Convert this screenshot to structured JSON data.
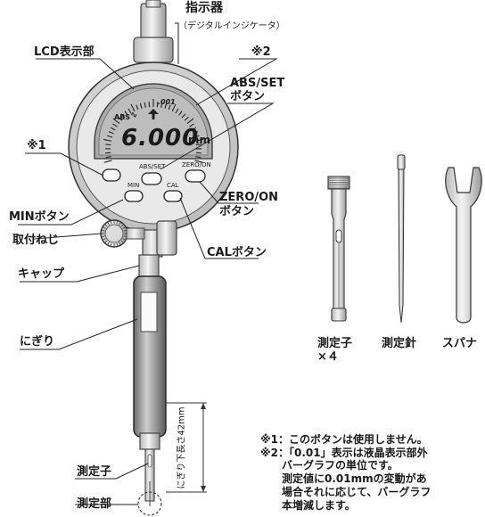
{
  "callouts": {
    "indicator_title": "指示器",
    "indicator_sub": "（デジタルインジケータ）",
    "lcd": "LCD表示部",
    "note2_mark": "※2",
    "abs_set": "ABS/SET",
    "abs_set_2": "ボタン",
    "note1_mark": "※1",
    "min_btn": "MINボタン",
    "mount_screw": "取付ねじ",
    "zero_on": "ZERO/ON",
    "zero_on_2": "ボタン",
    "cal_btn": "CALボタン",
    "cap": "キャップ",
    "grip": "にぎり",
    "probe": "測定子",
    "probe_part": "測定部",
    "grip_length": "にぎり下長さ42mm"
  },
  "dial": {
    "reading": "6.000",
    "unit": "mm",
    "abs": "ABS",
    "scale_label": ".001",
    "btn_abs": "ABS/SET",
    "btn_zero": "ZERO/ON",
    "btn_min": "MIN",
    "btn_cal": "CAL"
  },
  "accessories": {
    "probe": "測定子",
    "probe_count": "×４",
    "needle": "測定針",
    "spanner": "スパナ"
  },
  "notes": {
    "n1": "※1：このボタンは使用しません。",
    "n2_1": "※2：「0.01」表示は液晶表示部外",
    "n2_2": "バーグラフの単位です。",
    "n2_3": "測定値に0.01mmの変動があ",
    "n2_4": "場合それに応じて、バーグラフ",
    "n2_5": "本増減します。"
  }
}
